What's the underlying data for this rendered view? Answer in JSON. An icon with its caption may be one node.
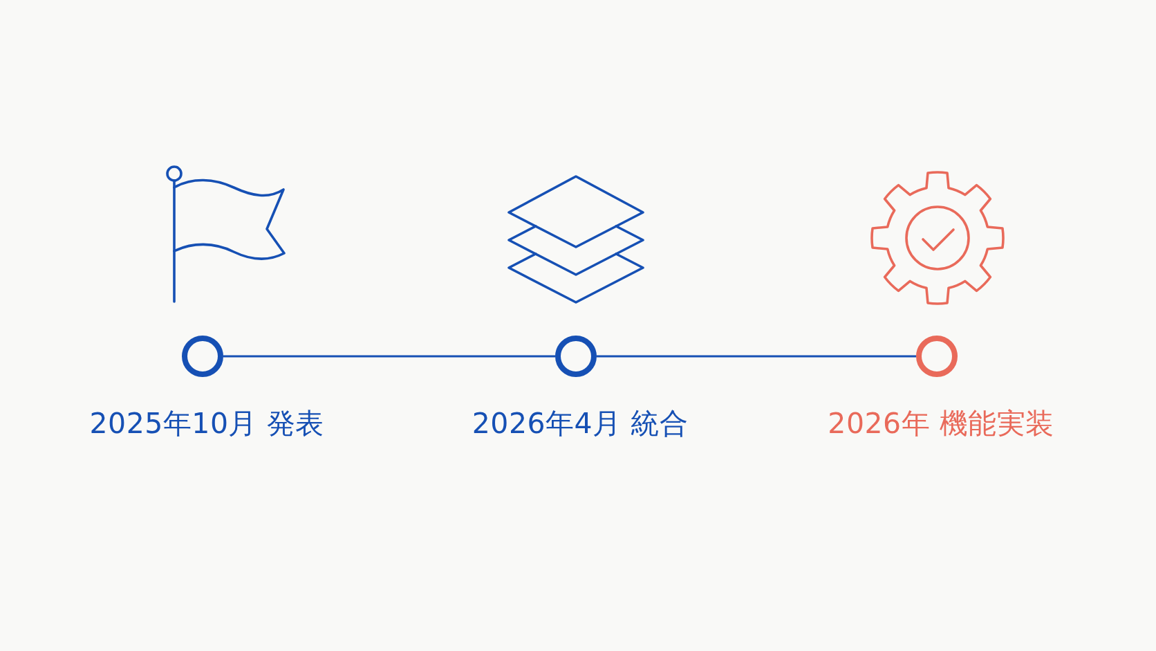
{
  "diagram": {
    "nodes": [
      {
        "text": [],
        "shape": "circle",
        "beside": [
          "2025年10月 発表"
        ]
      },
      {
        "text": [],
        "shape": "circle",
        "beside": [
          "2026年4月 統合"
        ]
      },
      {
        "text": [],
        "shape": "circle",
        "beside": [
          "2026年 機能実装"
        ]
      }
    ],
    "edges": [
      {
        "from": 0,
        "to": 1,
        "arrow": "none"
      },
      {
        "from": 1,
        "to": 2,
        "arrow": "none"
      }
    ]
  }
}
